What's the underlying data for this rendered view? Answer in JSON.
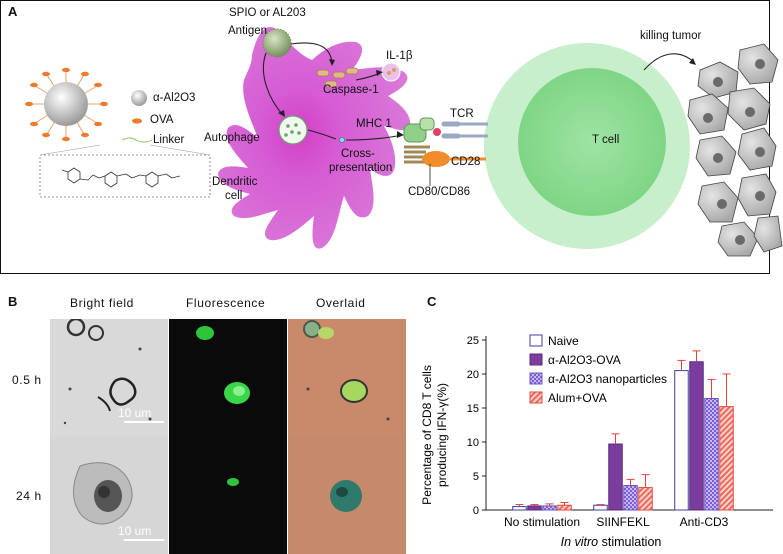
{
  "panel_a": {
    "letter": "A",
    "nanoparticle_legend": {
      "alumina": "α-Al2O3",
      "ova": "OVA",
      "linker": "Linker"
    },
    "labels": {
      "spio": "SPIO or AL203",
      "antigen": "Antigen",
      "il1b": "IL-1β",
      "caspase": "Caspase-1",
      "autophage": "Autophage",
      "mhc1": "MHC 1",
      "cross_line1": "Cross-",
      "cross_line2": "presentation",
      "dendritic_line1": "Dendritic",
      "dendritic_line2": "cell",
      "tcr": "TCR",
      "cd28": "CD28",
      "cd80": "CD80/CD86",
      "tcell": "T cell",
      "killing": "killing tumor"
    },
    "colors": {
      "dendritic": "#cc4fcf",
      "tcell_outer": "#c9f0cc",
      "tcell_inner": "#8edf93",
      "tumor": "#bdbdbd"
    }
  },
  "panel_b": {
    "letter": "B",
    "columns": [
      "Bright field",
      "Fluorescence",
      "Overlaid"
    ],
    "rows": [
      "0.5 h",
      "24 h"
    ],
    "scale_label": "10 um"
  },
  "panel_c": {
    "letter": "C",
    "chart_data": {
      "type": "bar",
      "ylabel_line1": "Percentage of CD8 T cells",
      "ylabel_line2": "producing IFN-γ(%)",
      "xlabel_italic": "In vitro",
      "xlabel_rest": " stimulation",
      "ylim": [
        0,
        25
      ],
      "yticks": [
        0,
        5,
        10,
        15,
        20,
        25
      ],
      "categories": [
        "No stimulation",
        "SIINFEKL",
        "Anti-CD3"
      ],
      "series": [
        {
          "name": "Naive",
          "values": [
            0.5,
            0.7,
            20.5
          ],
          "errors": [
            0.3,
            0.1,
            1.5
          ],
          "fill": "#ffffff",
          "stroke": "#3b3f9e",
          "pattern": "none"
        },
        {
          "name": "α-Al2O3-OVA",
          "values": [
            0.6,
            9.7,
            21.8
          ],
          "errors": [
            0.2,
            1.5,
            1.6
          ],
          "fill": "#7a3d9e",
          "stroke": "#5a2a7e",
          "pattern": "solid"
        },
        {
          "name": "α-Al2O3 nanoparticles",
          "values": [
            0.6,
            3.6,
            16.4
          ],
          "errors": [
            0.3,
            0.9,
            2.8
          ],
          "fill": "#9b7fe0",
          "stroke": "#6b55c0",
          "pattern": "check"
        },
        {
          "name": "Alum+OVA",
          "values": [
            0.7,
            3.3,
            15.2
          ],
          "errors": [
            0.4,
            1.9,
            4.8
          ],
          "fill": "#f07a70",
          "stroke": "#e04a40",
          "pattern": "hatch"
        }
      ],
      "error_color": "#e8403a",
      "legend_position": "top-left"
    }
  }
}
